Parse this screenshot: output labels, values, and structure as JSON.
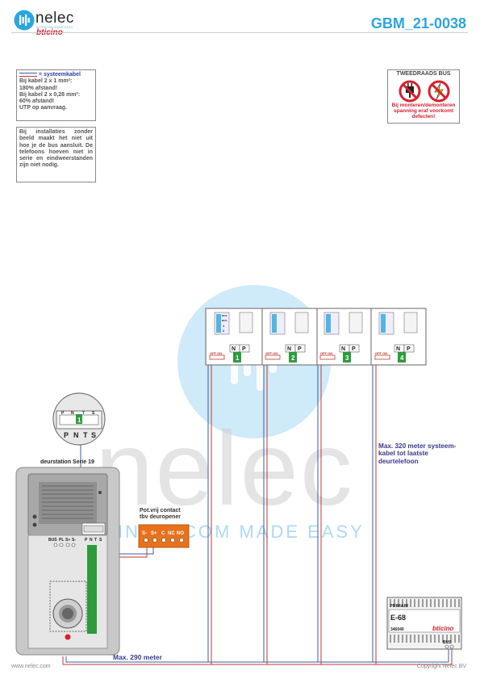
{
  "header": {
    "logo_name": "nelec",
    "logo_tagline": "INTERCOM MADE EASY",
    "logo_brand": "bticino",
    "doc_code": "GBM_21-0038"
  },
  "legend_box": {
    "legend": "= systeemkabel",
    "lines": [
      "Bij kabel 2 x 1 mm²:",
      "180% afstand!",
      "Bij kabel 2 x 0,28 mm²:",
      "60% afstand!",
      "UTP op aanvraag."
    ]
  },
  "info_box": {
    "text": "Bij installaties zonder beeld maakt het niet uit hoe je de bus aansluit. De telefoons hoeven niet in serie en eindweerstanden zijn niet nodig."
  },
  "warning_box": {
    "title": "TWEEDRAADS BUS",
    "text": "Bij monteren/demonteren spanning eraf voorkomt defecten!"
  },
  "diagram": {
    "door_station_label": "deurstation Serie 19",
    "zoom_terminals": [
      "P",
      "N",
      "T",
      "S"
    ],
    "zoom_address": "1",
    "ds_terminals": [
      "BUS",
      "PL",
      "S+",
      "S-"
    ],
    "ds_ptns": [
      "P",
      "N",
      "T",
      "S"
    ],
    "contact_label": "Pot.vrij contact\ntbv deuropener",
    "contact_terminals": [
      "S-",
      "S+",
      "C",
      "NC",
      "NO"
    ],
    "phones": [
      {
        "number": "1"
      },
      {
        "number": "2"
      },
      {
        "number": "3"
      },
      {
        "number": "4"
      }
    ],
    "phone_np": [
      "N",
      "P"
    ],
    "phone_offon": "OFF ON",
    "phone_bus_pins": [
      "BUS",
      "BUS",
      "1",
      "2"
    ],
    "max_320": "Max. 320 meter systeem-\nkabel tot laatste\ndeurtelefoon",
    "max_290": "Max. 290 meter",
    "psu": {
      "primary": "PRIMAIR",
      "model": "E-68",
      "part": "346040",
      "brand": "bticino",
      "bus": "BUS"
    }
  },
  "watermark": {
    "word": "nelec",
    "tagline": "INTERCOM MADE EASY"
  },
  "footer": {
    "url": "www.nelec.com",
    "copyright": "Copyright Nelec BV"
  },
  "colors": {
    "brand_blue": "#2aa6df",
    "bticino_red": "#d6202e",
    "wire_red": "#c0392b",
    "wire_blue": "#3b5ba9",
    "terminal_green": "#2e9b3c",
    "contact_orange": "#e8721c"
  }
}
